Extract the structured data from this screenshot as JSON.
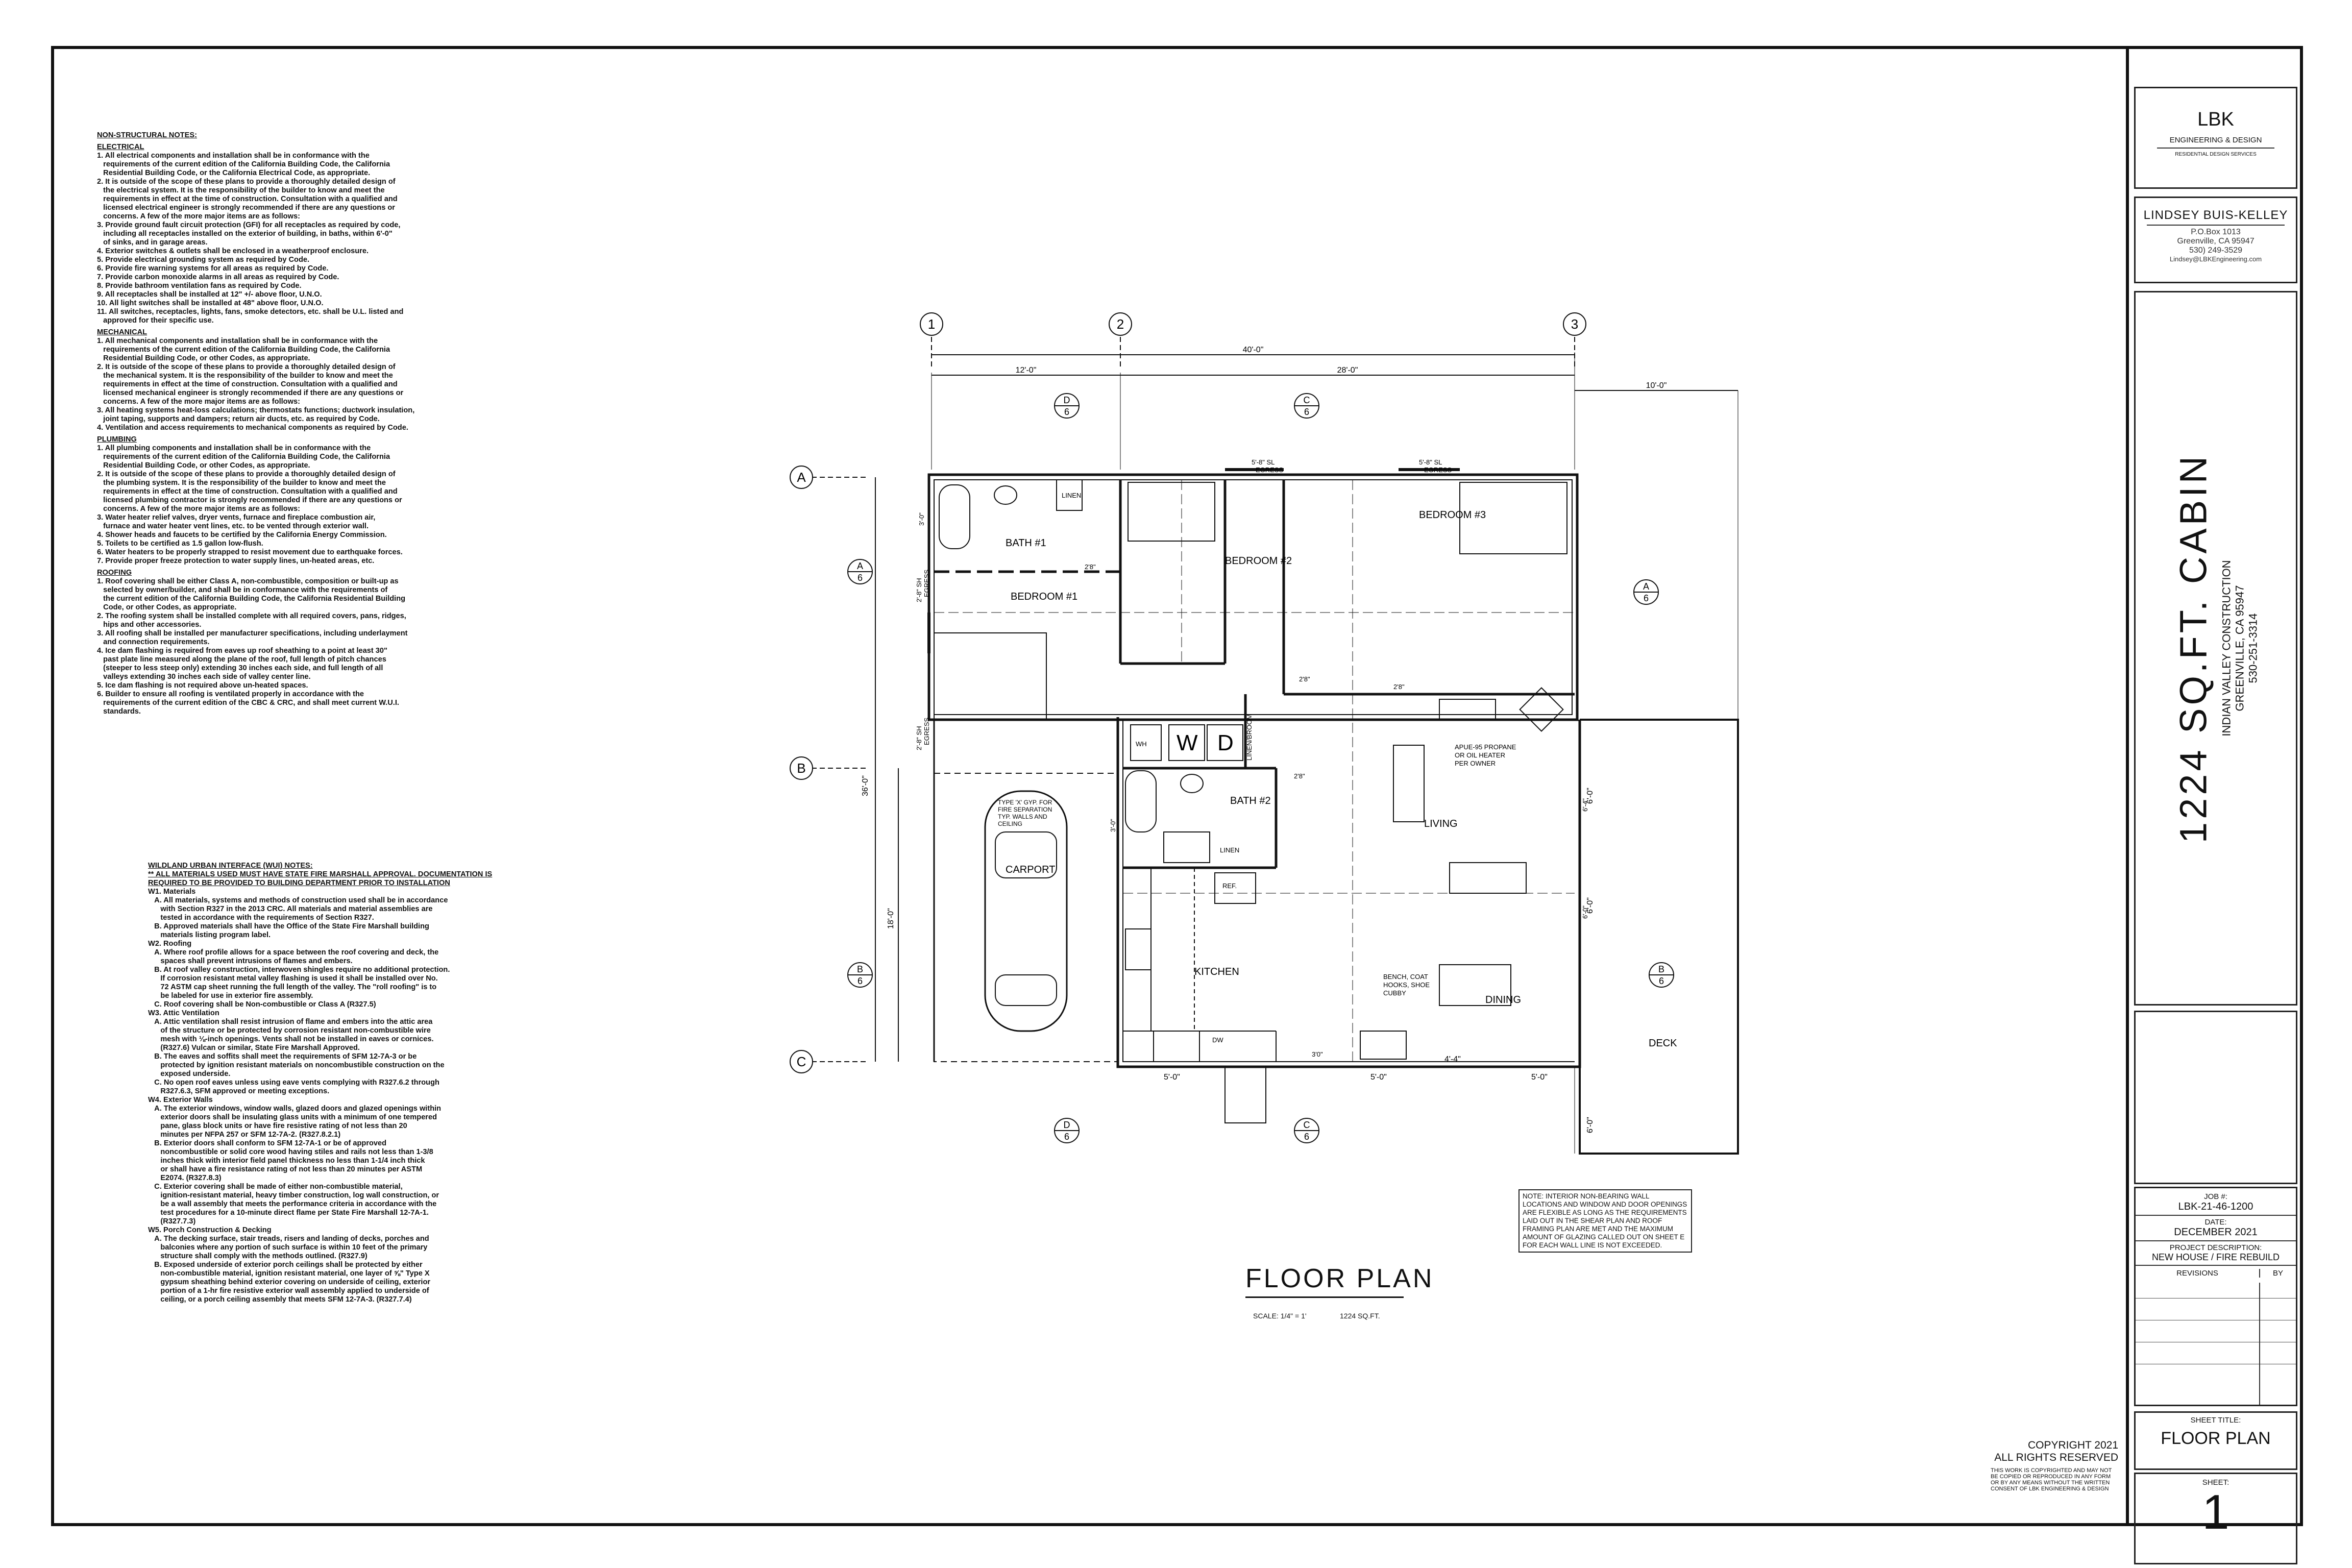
{
  "notes": {
    "title": "NON-STRUCTURAL NOTES:",
    "sections": [
      {
        "heading": "ELECTRICAL",
        "lines": [
          "1. All electrical components and installation shall be in conformance with the",
          "   requirements of the current edition of the California Building Code, the California",
          "   Residential Building Code, or the California Electrical Code, as appropriate.",
          "2. It is outside of the scope of these plans to provide a thoroughly detailed design of",
          "   the electrical system. It is the responsibility of the builder to know and meet the",
          "   requirements in effect at the time of construction. Consultation with a qualified and",
          "   licensed electrical engineer is strongly recommended if there are any questions or",
          "   concerns. A few of the more major items are as follows:",
          "3. Provide ground fault circuit protection (GFI) for all receptacles as required by code,",
          "   including all receptacles installed on the exterior of building, in baths, within 6'-0\"",
          "   of sinks, and in garage areas.",
          "4. Exterior switches & outlets shall be enclosed in a weatherproof enclosure.",
          "5. Provide electrical grounding system as required by Code.",
          "6. Provide fire warning systems for all areas as required by Code.",
          "7. Provide carbon monoxide alarms in all areas as required by Code.",
          "8. Provide bathroom ventilation fans as required by Code.",
          "9. All receptacles shall be installed at 12\" +/- above floor, U.N.O.",
          "10. All light switches shall be installed at 48\" above floor, U.N.O.",
          "11. All switches, receptacles, lights, fans, smoke detectors, etc. shall be U.L. listed and",
          "   approved for their specific use."
        ]
      },
      {
        "heading": "MECHANICAL",
        "lines": [
          "1. All mechanical components and installation shall be in conformance with the",
          "   requirements of the current edition of the California Building Code, the California",
          "   Residential Building Code, or other Codes, as appropriate.",
          "2. It is outside of the scope of these plans to provide a thoroughly detailed design of",
          "   the mechanical system. It is the responsibility of the builder to know and meet the",
          "   requirements in effect at the time of construction. Consultation with a qualified and",
          "   licensed mechanical engineer is strongly recommended if there are any questions or",
          "   concerns. A few of the more major items are as follows:",
          "3. All heating systems heat-loss calculations; thermostats functions; ductwork insulation,",
          "   joint taping, supports and dampers; return air ducts, etc. as required by Code.",
          "4. Ventilation and access requirements to mechanical components as required by Code."
        ]
      },
      {
        "heading": "PLUMBING",
        "lines": [
          "1. All plumbing components and installation shall be in conformance with the",
          "   requirements of the current edition of the California Building Code, the California",
          "   Residential Building Code, or other Codes, as appropriate.",
          "2. It is outside of the scope of these plans to provide a thoroughly detailed design of",
          "   the plumbing system. It is the responsibility of the builder to know and meet the",
          "   requirements in effect at the time of construction. Consultation with a qualified and",
          "   licensed plumbing contractor is strongly recommended if there are any questions or",
          "   concerns. A few of the more major items are as follows:",
          "3. Water heater relief valves, dryer vents, furnace and fireplace combustion air,",
          "   furnace and water heater vent lines, etc. to be vented through exterior wall.",
          "4. Shower heads and faucets to be certified by the California Energy Commission.",
          "5. Toilets to be certified as 1.5 gallon low-flush.",
          "6. Water heaters to be properly strapped to resist movement due to earthquake forces.",
          "7. Provide proper freeze protection to water supply lines, un-heated areas, etc."
        ]
      },
      {
        "heading": "ROOFING",
        "lines": [
          "1. Roof covering shall be either Class A, non-combustible, composition or built-up as",
          "   selected by owner/builder, and shall be in conformance with the requirements of",
          "   the current edition of the California Building Code, the California Residential Building",
          "   Code, or other Codes, as appropriate.",
          "2. The roofing system shall be installed complete with all required covers, pans, ridges,",
          "   hips and other accessories.",
          "3. All roofing shall be installed per manufacturer specifications, including underlayment",
          "   and connection requirements.",
          "4. Ice dam flashing is required from eaves up roof sheathing to a point at least 30\"",
          "   past plate line measured along the plane of the roof, full length of pitch chances",
          "   (steeper to less steep only) extending 30 inches each side, and full length of all",
          "   valleys extending 30 inches each side of valley center line.",
          "5. Ice dam flashing is not required above un-heated spaces.",
          "6. Builder to ensure all roofing is ventilated properly in accordance with the",
          "   requirements of the current edition of the CBC & CRC, and shall meet current W.U.I.",
          "   standards."
        ]
      }
    ]
  },
  "wui": {
    "title": "WILDLAND URBAN INTERFACE (WUI) NOTES:",
    "subtitle": "** ALL MATERIALS USED MUST HAVE STATE FIRE MARSHALL APPROVAL. DOCUMENTATION IS",
    "subtitle2": "REQUIRED TO BE PROVIDED TO BUILDING DEPARTMENT PRIOR TO INSTALLATION",
    "lines": [
      "W1. Materials",
      "   A. All materials, systems and methods of construction used shall be in accordance",
      "      with Section R327 in the 2013 CRC. All materials and material assemblies are",
      "      tested in accordance with the requirements of Section R327.",
      "   B. Approved materials shall have the Office of the State Fire Marshall building",
      "      materials listing program label.",
      "W2. Roofing",
      "   A. Where roof profile allows for a space between the roof covering and deck, the",
      "      spaces shall prevent intrusions of flames and embers.",
      "   B. At roof valley construction, interwoven shingles require no additional protection.",
      "      If corrosion resistant metal valley flashing is used it shall be installed over No.",
      "      72 ASTM cap sheet running the full length of the valley. The \"roll roofing\" is to",
      "      be labeled for use in exterior fire assembly.",
      "   C. Roof covering shall be Non-combustible or Class A (R327.5)",
      "W3. Attic Ventilation",
      "   A. Attic ventilation shall resist intrusion of flame and embers into the attic area",
      "      of the structure or be protected by corrosion resistant non-combustible wire",
      "      mesh with ⅛-inch openings. Vents shall not be installed in eaves or cornices.",
      "      (R327.6) Vulcan or similar, State Fire Marshall Approved.",
      "   B. The eaves and soffits shall meet the requirements of SFM 12-7A-3 or be",
      "      protected by ignition resistant materials on noncombustible construction on the",
      "      exposed underside.",
      "   C. No open roof eaves unless using eave vents complying with R327.6.2 through",
      "      R327.6.3, SFM approved or meeting exceptions.",
      "W4. Exterior Walls",
      "   A. The exterior windows, window walls, glazed doors and glazed openings within",
      "      exterior doors shall be insulating glass units with a minimum of one tempered",
      "      pane, glass block units or have fire resistive rating of not less than 20",
      "      minutes per NFPA 257 or SFM 12-7A-2. (R327.8.2.1)",
      "   B. Exterior doors shall conform to SFM 12-7A-1 or be of approved",
      "      noncombustible or solid core wood having stiles and rails not less than 1-3/8",
      "      inches thick with interior field panel thickness no less than 1-1/4 inch thick",
      "      or shall have a fire resistance rating of not less than 20 minutes per ASTM",
      "      E2074. (R327.8.3)",
      "   C. Exterior covering shall be made of either non-combustible material,",
      "      ignition-resistant material, heavy timber construction, log wall construction, or",
      "      be a wall assembly that meets the performance criteria in accordance with the",
      "      test procedures for a 10-minute direct flame per State Fire Marshall 12-7A-1.",
      "      (R327.7.3)",
      "W5. Porch Construction & Decking",
      "   A. The decking surface, stair treads, risers and landing of decks, porches and",
      "      balconies where any portion of such surface is within 10 feet of the primary",
      "      structure shall comply with the methods outlined. (R327.9)",
      "   B. Exposed underside of exterior porch ceilings shall be protected by either",
      "      non-combustible material, ignition resistant material, one layer of ⅝\" Type X",
      "      gypsum sheathing behind exterior covering on underside of ceiling, exterior",
      "      portion of a 1-hr fire resistive exterior wall assembly applied to underside of",
      "      ceiling, or a porch ceiling assembly that meets SFM 12-7A-3. (R327.7.4)"
    ]
  },
  "plan": {
    "grid_columns": [
      "1",
      "2",
      "3"
    ],
    "grid_rows": [
      "A",
      "B",
      "C"
    ],
    "dims_top": {
      "overall": "40'-0\"",
      "left": "12'-0\"",
      "right": "28'-0\"",
      "deck": "10'-0\""
    },
    "dims_left": {
      "overall": "36'-0\"",
      "lower": "18'-0\""
    },
    "dims_bottom": [
      "5'-0\"",
      "5'-0\"",
      "4'-4\"",
      "5'-0\""
    ],
    "dims_right": [
      "6'-0\"",
      "6'-0\"",
      "6'-0\""
    ],
    "sections": [
      {
        "letter": "D",
        "sheet": "6"
      },
      {
        "letter": "C",
        "sheet": "6"
      },
      {
        "letter": "A",
        "sheet": "6"
      },
      {
        "letter": "A",
        "sheet": "6"
      },
      {
        "letter": "B",
        "sheet": "6"
      },
      {
        "letter": "B",
        "sheet": "6"
      },
      {
        "letter": "D",
        "sheet": "6"
      },
      {
        "letter": "C",
        "sheet": "6"
      }
    ],
    "rooms": {
      "bath1": "BATH #1",
      "bedroom1": "BEDROOM #1",
      "bedroom2": "BEDROOM #2",
      "bedroom3": "BEDROOM #3",
      "bath2": "BATH #2",
      "kitchen": "KITCHEN",
      "living": "LIVING",
      "dining": "DINING",
      "carport": "CARPORT",
      "deck": "DECK"
    },
    "labels": {
      "linen1": "LINEN",
      "linen2": "LINEN",
      "linen_vert": "LINEN/BROOM",
      "wh": "WH",
      "ref": "REF.",
      "dw": "DW",
      "wd_w": "W",
      "wd_d": "D",
      "egress1": "5'-8\" SL",
      "egress1b": "EGRESS",
      "egress2": "5'-8\" SL",
      "egress2b": "EGRESS",
      "egress3": "2'-8\" SH",
      "egress3b": "EGRESS",
      "egress4": "2'-8\" SH",
      "egress4b": "EGRESS",
      "heater": "APUE-95 PROPANE",
      "heater2": "OR OIL HEATER",
      "heater3": "PER OWNER",
      "gyp1": "TYPE 'X' GYP. FOR",
      "gyp2": "FIRE SEPARATION",
      "gyp3": "TYP. WALLS AND",
      "gyp4": "CEILING",
      "bench1": "BENCH, COAT",
      "bench2": "HOOKS, SHOE",
      "bench3": "CUBBY",
      "door_28a": "2'8\"",
      "door_28b": "2'8\"",
      "door_28c": "2'8\"",
      "door_28d": "2'8\"",
      "door_30": "3'0\"",
      "dim_30a": "3'-0\"",
      "dim_30b": "3'-0\"",
      "dim_66": "6'-4\"",
      "dim_60": "6'-0\""
    }
  },
  "floor_plan_title": "FLOOR PLAN",
  "scale": "SCALE: 1/4\" = 1'",
  "sqft": "1224 SQ.FT.",
  "plan_note": "NOTE: INTERIOR NON-BEARING WALL LOCATIONS AND WINDOW AND DOOR OPENINGS ARE FLEXIBLE AS LONG AS THE REQUIREMENTS LAID OUT IN THE SHEAR PLAN AND ROOF FRAMING PLAN ARE MET AND THE MAXIMUM AMOUNT OF GLAZING CALLED OUT ON SHEET E FOR EACH WALL LINE IS NOT EXCEEDED.",
  "copyright": {
    "line1": "COPYRIGHT 2021",
    "line2": "ALL RIGHTS RESERVED",
    "sub": "THIS WORK IS COPYRIGHTED AND MAY NOT BE COPIED OR REPRODUCED IN ANY FORM OR BY ANY MEANS WITHOUT THE WRITTEN CONSENT OF LBK ENGINEERING & DESIGN"
  },
  "title_block": {
    "firm": "LBK",
    "firm_sub": "ENGINEERING & DESIGN",
    "firm_sub2": "RESIDENTIAL DESIGN SERVICES",
    "designer": "LINDSEY BUIS-KELLEY",
    "addr1": "P.O.Box 1013",
    "addr2": "Greenville, CA 95947",
    "phone": "530) 249-3529",
    "email": "Lindsey@LBKEngineering.com",
    "project_title": "1224 SQ.FT. CABIN",
    "client": "INDIAN VALLEY CONSTRUCTION",
    "city": "GREENVILLE, CA 95947",
    "client_phone": "530-251-3314",
    "job_label": "JOB #:",
    "job": "LBK-21-46-1200",
    "date_label": "DATE:",
    "date": "DECEMBER 2021",
    "desc_label": "PROJECT DESCRIPTION:",
    "desc": "NEW HOUSE / FIRE REBUILD",
    "revisions": "REVISIONS",
    "by": "BY",
    "sheet_title_label": "SHEET TITLE:",
    "sheet_title": "FLOOR PLAN",
    "sheet_label": "SHEET:",
    "sheet": "1"
  }
}
